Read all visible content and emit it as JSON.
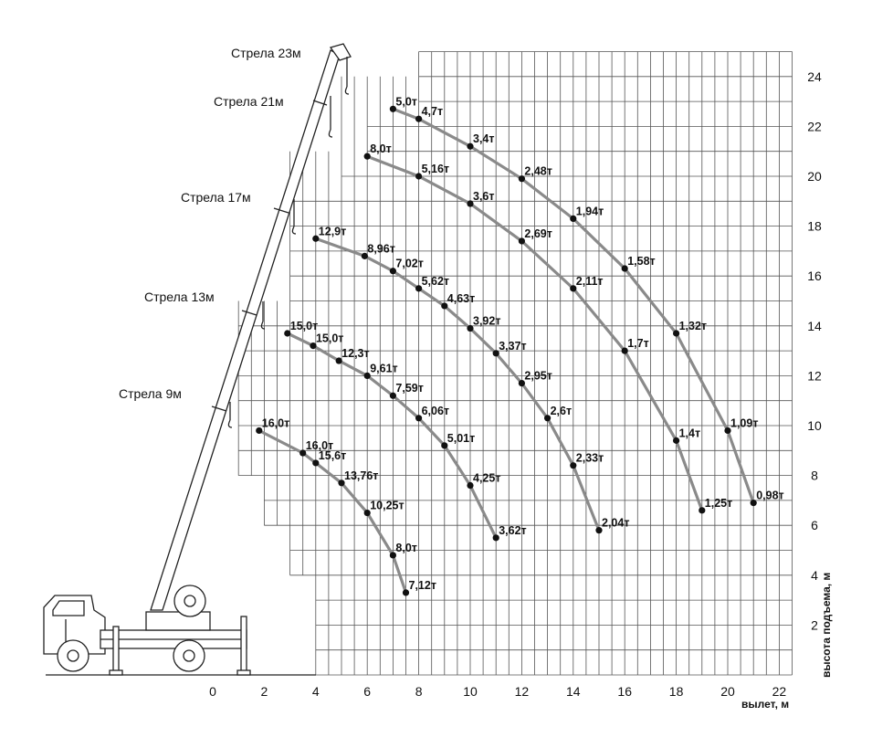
{
  "axes": {
    "xlabel": "вылет, м",
    "ylabel": "высота подъема, м",
    "x_ticks": [
      "0",
      "2",
      "4",
      "6",
      "8",
      "10",
      "12",
      "14",
      "16",
      "18",
      "20",
      "22"
    ],
    "y_ticks": [
      "2",
      "4",
      "6",
      "8",
      "10",
      "12",
      "14",
      "16",
      "18",
      "20",
      "22",
      "24"
    ]
  },
  "boom_labels": [
    "Стрела 23м",
    "Стрела 21м",
    "Стрела 17м",
    "Стрела 13м",
    "Стрела 9м"
  ],
  "chart_data": {
    "type": "scatter",
    "title": "",
    "xlabel": "вылет, м",
    "ylabel": "высота подъема, м",
    "xlim": [
      0,
      22
    ],
    "ylim": [
      0,
      24
    ],
    "grid": true,
    "series": [
      {
        "name": "Стрела 9м",
        "points": [
          {
            "x": 1.8,
            "y": 9.8,
            "label": "16,0т"
          },
          {
            "x": 3.5,
            "y": 8.9,
            "label": "16,0т"
          },
          {
            "x": 4.0,
            "y": 8.5,
            "label": "15,6т"
          },
          {
            "x": 5.0,
            "y": 7.7,
            "label": "13,76т"
          },
          {
            "x": 6.0,
            "y": 6.5,
            "label": "10,25т"
          },
          {
            "x": 7.0,
            "y": 4.8,
            "label": "8,0т"
          },
          {
            "x": 7.5,
            "y": 3.3,
            "label": "7,12т"
          }
        ]
      },
      {
        "name": "Стрела 13м",
        "points": [
          {
            "x": 2.9,
            "y": 13.7,
            "label": "15,0т"
          },
          {
            "x": 3.9,
            "y": 13.2,
            "label": "15,0т"
          },
          {
            "x": 4.9,
            "y": 12.6,
            "label": "12,3т"
          },
          {
            "x": 6.0,
            "y": 12.0,
            "label": "9,61т"
          },
          {
            "x": 7.0,
            "y": 11.2,
            "label": "7,59т"
          },
          {
            "x": 8.0,
            "y": 10.3,
            "label": "6,06т"
          },
          {
            "x": 9.0,
            "y": 9.2,
            "label": "5,01т"
          },
          {
            "x": 10.0,
            "y": 7.6,
            "label": "4,25т"
          },
          {
            "x": 11.0,
            "y": 5.5,
            "label": "3,62т"
          }
        ]
      },
      {
        "name": "Стрела 17м",
        "points": [
          {
            "x": 4.0,
            "y": 17.5,
            "label": "12,9т"
          },
          {
            "x": 5.9,
            "y": 16.8,
            "label": "8,96т"
          },
          {
            "x": 7.0,
            "y": 16.2,
            "label": "7,02т"
          },
          {
            "x": 8.0,
            "y": 15.5,
            "label": "5,62т"
          },
          {
            "x": 9.0,
            "y": 14.8,
            "label": "4,63т"
          },
          {
            "x": 10.0,
            "y": 13.9,
            "label": "3,92т"
          },
          {
            "x": 11.0,
            "y": 12.9,
            "label": "3,37т"
          },
          {
            "x": 12.0,
            "y": 11.7,
            "label": "2,95т"
          },
          {
            "x": 13.0,
            "y": 10.3,
            "label": "2,6т"
          },
          {
            "x": 14.0,
            "y": 8.4,
            "label": "2,33т"
          },
          {
            "x": 15.0,
            "y": 5.8,
            "label": "2,04т"
          }
        ]
      },
      {
        "name": "Стрела 21м",
        "points": [
          {
            "x": 6.0,
            "y": 20.8,
            "label": "8,0т"
          },
          {
            "x": 8.0,
            "y": 20.0,
            "label": "5,16т"
          },
          {
            "x": 10.0,
            "y": 18.9,
            "label": "3,6т"
          },
          {
            "x": 12.0,
            "y": 17.4,
            "label": "2,69т"
          },
          {
            "x": 14.0,
            "y": 15.5,
            "label": "2,11т"
          },
          {
            "x": 16.0,
            "y": 13.0,
            "label": "1,7т"
          },
          {
            "x": 18.0,
            "y": 9.4,
            "label": "1,4т"
          },
          {
            "x": 19.0,
            "y": 6.6,
            "label": "1,25т"
          }
        ]
      },
      {
        "name": "Стрела 23м",
        "points": [
          {
            "x": 7.0,
            "y": 22.7,
            "label": "5,0т"
          },
          {
            "x": 8.0,
            "y": 22.3,
            "label": "4,7т"
          },
          {
            "x": 10.0,
            "y": 21.2,
            "label": "3,4т"
          },
          {
            "x": 12.0,
            "y": 19.9,
            "label": "2,48т"
          },
          {
            "x": 14.0,
            "y": 18.3,
            "label": "1,94т"
          },
          {
            "x": 16.0,
            "y": 16.3,
            "label": "1,58т"
          },
          {
            "x": 18.0,
            "y": 13.7,
            "label": "1,32т"
          },
          {
            "x": 20.0,
            "y": 9.8,
            "label": "1,09т"
          },
          {
            "x": 21.0,
            "y": 6.9,
            "label": "0,98т"
          }
        ]
      }
    ]
  }
}
